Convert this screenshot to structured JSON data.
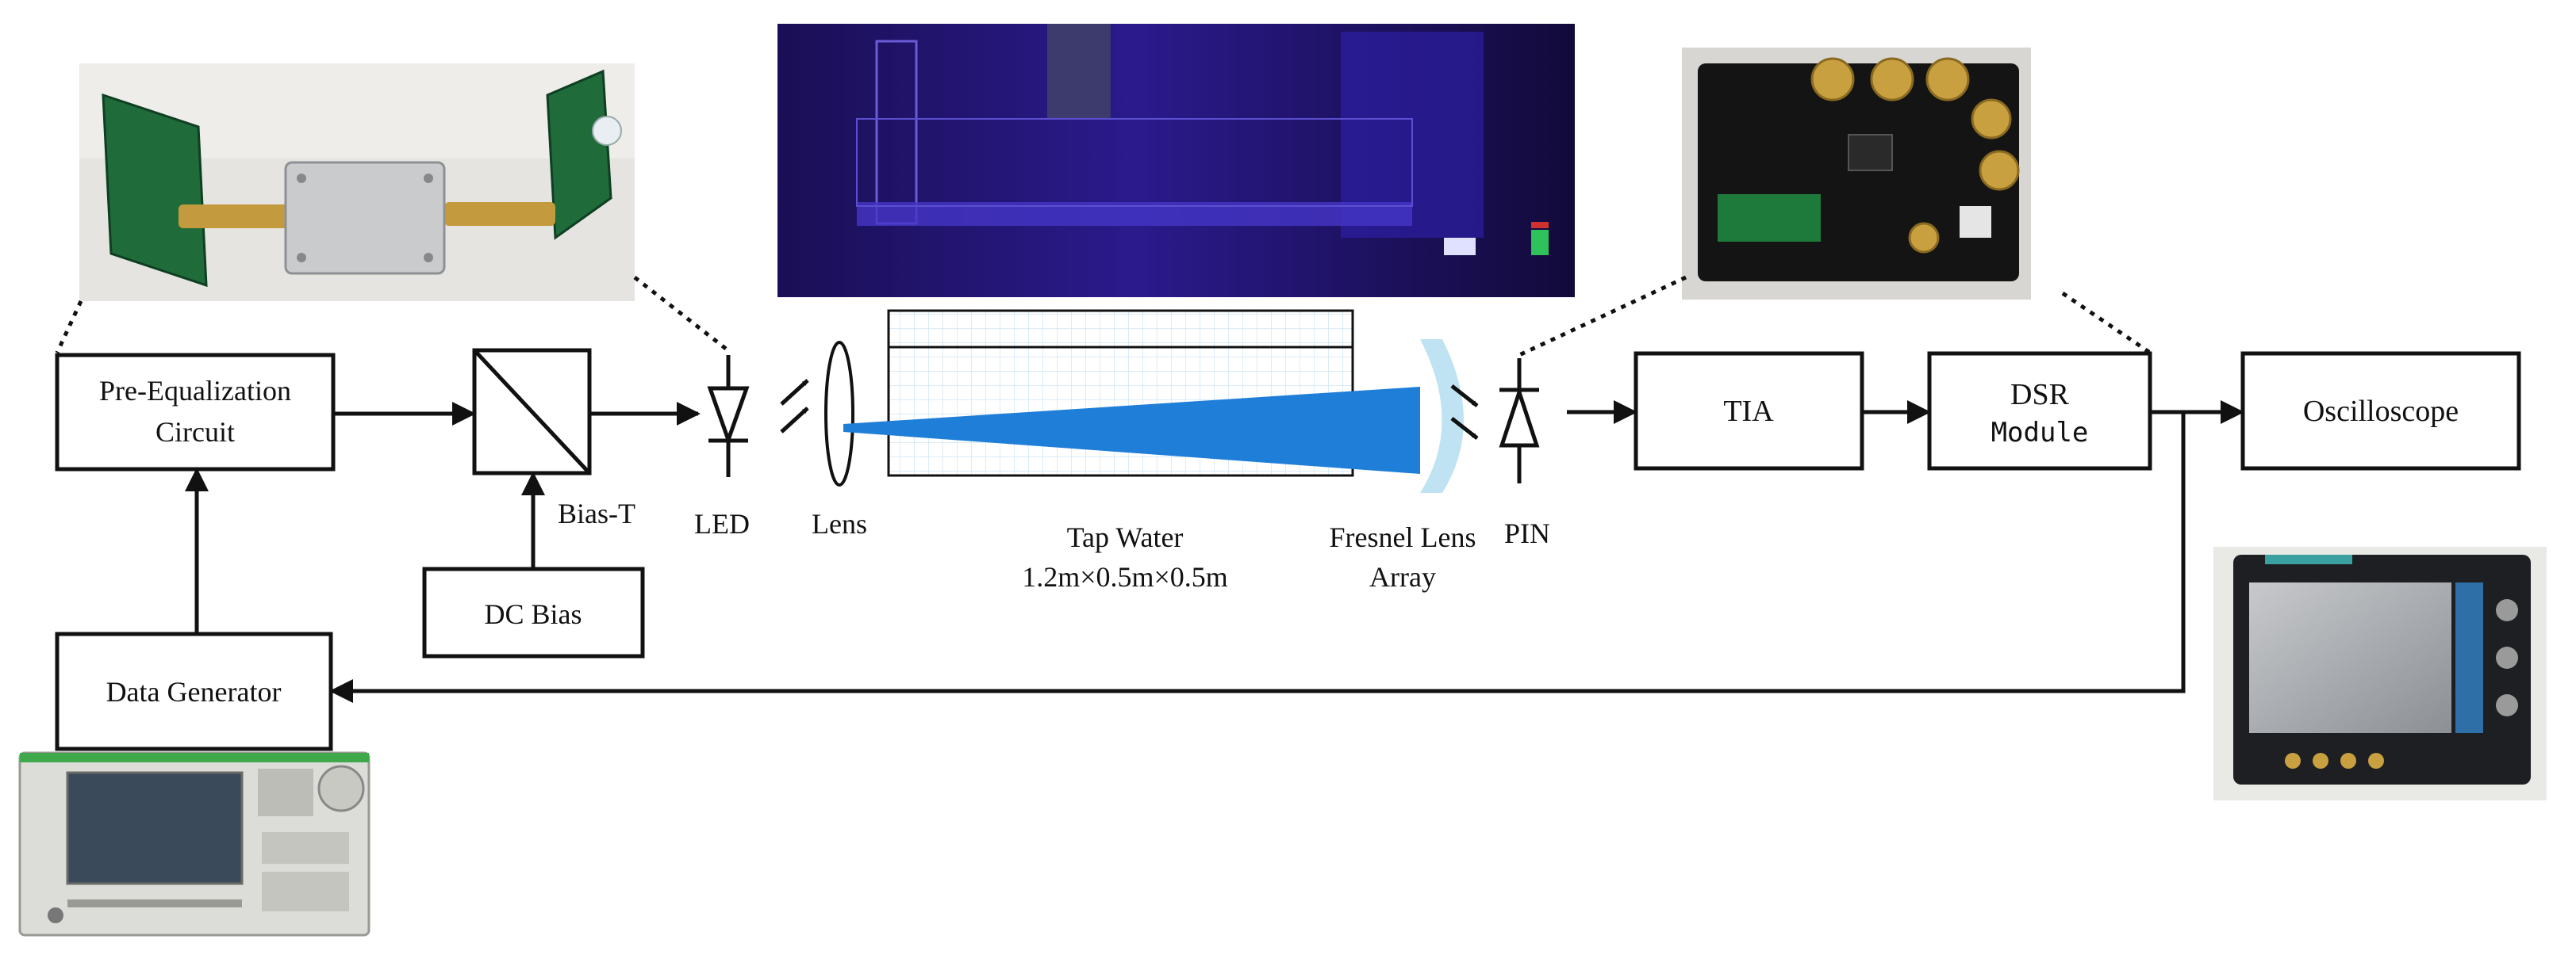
{
  "blocks": {
    "pre_eq_line1": "Pre-Equalization",
    "pre_eq_line2": "Circuit",
    "dc_bias": "DC Bias",
    "data_generator": "Data Generator",
    "tia": "TIA",
    "dsr_line1": "DSR",
    "dsr_line2": "Module",
    "oscilloscope": "Oscilloscope"
  },
  "labels": {
    "bias_t": "Bias-T",
    "led": "LED",
    "lens": "Lens",
    "tap_water_line1": "Tap Water",
    "tap_water_line2": "1.2m×0.5m×0.5m",
    "fresnel_line1": "Fresnel Lens",
    "fresnel_line2": "Array",
    "pin": "PIN"
  },
  "colors": {
    "beam": "#1f7fd8",
    "fresnel": "#bfe3f2",
    "tank_grid": "#cfe6f5",
    "line": "#111111"
  },
  "photos": [
    "pre-equalization-board-photo",
    "water-tank-photo",
    "receiver-board-photo",
    "data-generator-photo",
    "oscilloscope-photo"
  ]
}
